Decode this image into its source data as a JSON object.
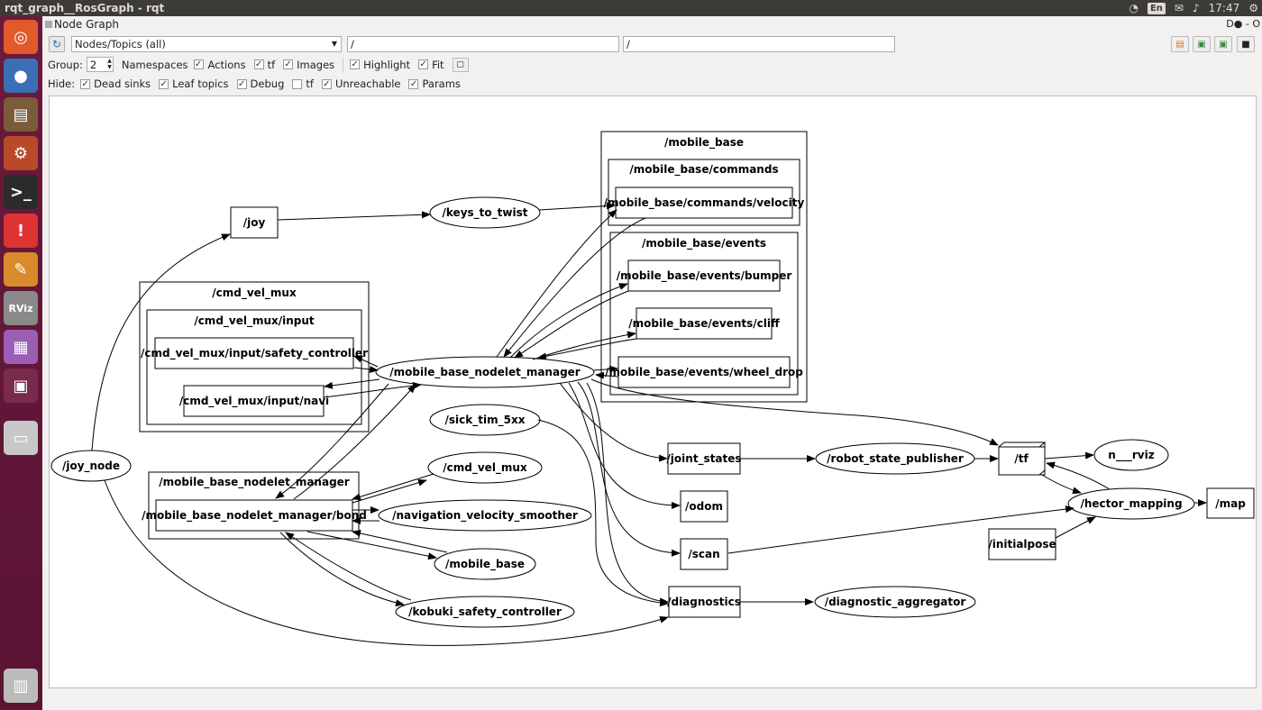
{
  "window": {
    "title": "rqt_graph__RosGraph - rqt",
    "clock": "17:47",
    "keyboard": "En",
    "plugin_title": "Node Graph",
    "corner_buttons": "D● - O"
  },
  "launcher": {
    "items": [
      {
        "name": "ubuntu-dash-icon",
        "glyph": "◎",
        "color": "#e05a2b"
      },
      {
        "name": "chromium-icon",
        "glyph": "●",
        "color": "#3b6fb5"
      },
      {
        "name": "files-icon",
        "glyph": "▤",
        "color": "#7a5c3a"
      },
      {
        "name": "settings-icon",
        "glyph": "⚙",
        "color": "#b84a2a"
      },
      {
        "name": "terminal-icon",
        "glyph": ">_",
        "color": "#2b2b2b"
      },
      {
        "name": "error-report-icon",
        "glyph": "!",
        "color": "#d33"
      },
      {
        "name": "text-editor-icon",
        "glyph": "✎",
        "color": "#d98a2b"
      },
      {
        "name": "rviz-icon",
        "glyph": "RViz",
        "color": "#8a8a8a"
      },
      {
        "name": "rqt-icon",
        "glyph": "▦",
        "color": "#9a5fb5"
      },
      {
        "name": "workspace-icon",
        "glyph": "▣",
        "color": "#7a2a4a"
      },
      {
        "name": "drive-icon",
        "glyph": "▭",
        "color": "#c8c8c8"
      },
      {
        "name": "trash-icon",
        "glyph": "▥",
        "color": "#bbb"
      }
    ]
  },
  "toolbar": {
    "graph_mode": "Nodes/Topics (all)",
    "node_filter": "/",
    "topic_filter": "/",
    "group_label": "Group:",
    "group_value": "2",
    "namespaces_label": "Namespaces",
    "actions_label": "Actions",
    "tf_label": "tf",
    "images_label": "Images",
    "highlight_label": "Highlight",
    "fit_label": "Fit",
    "hide_label": "Hide:",
    "dead_sinks_label": "Dead sinks",
    "leaf_topics_label": "Leaf topics",
    "debug_label": "Debug",
    "hide_tf_label": "tf",
    "unreachable_label": "Unreachable",
    "params_label": "Params",
    "checked_glyph": "✓"
  },
  "graph": {
    "clusters": {
      "mobile_base": "/mobile_base",
      "mobile_base_commands": "/mobile_base/commands",
      "mobile_base_events": "/mobile_base/events",
      "cmd_vel_mux": "/cmd_vel_mux",
      "cmd_vel_mux_input": "/cmd_vel_mux/input",
      "nodelet_manager": "/mobile_base_nodelet_manager"
    },
    "nodes": {
      "joy": "/joy",
      "keys_to_twist": "/keys_to_twist",
      "velocity": "/mobile_base/commands/velocity",
      "bumper": "/mobile_base/events/bumper",
      "cliff": "/mobile_base/events/cliff",
      "wheel_drop": "/mobile_base/events/wheel_drop",
      "safety_controller": "/cmd_vel_mux/input/safety_controller",
      "navi": "/cmd_vel_mux/input/navi",
      "nodelet_manager": "/mobile_base_nodelet_manager",
      "sick": "/sick_tim_5xx",
      "joy_node": "/joy_node",
      "bond": "/mobile_base_nodelet_manager/bond",
      "cmd_vel_mux": "/cmd_vel_mux",
      "nav_smoother": "/navigation_velocity_smoother",
      "mobile_base_node": "/mobile_base",
      "kobuki": "/kobuki_safety_controller",
      "joint_states": "/joint_states",
      "odom": "/odom",
      "scan": "/scan",
      "diagnostics": "/diagnostics",
      "rsp": "/robot_state_publisher",
      "diag_agg": "/diagnostic_aggregator",
      "tf": "/tf",
      "rviz": "n___rviz",
      "hector": "/hector_mapping",
      "map": "/map",
      "initialpose": "/initialpose"
    }
  }
}
